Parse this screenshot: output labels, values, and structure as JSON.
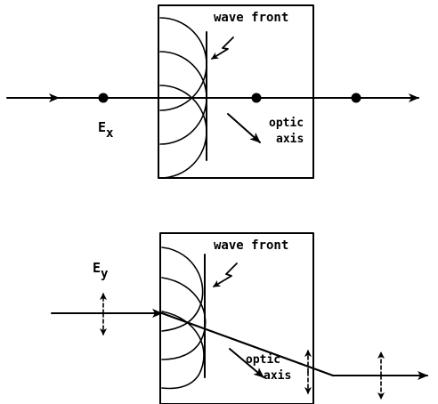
{
  "figure_top": {
    "wave_front_label": "wave front",
    "field_label": "E",
    "field_subscript": "x",
    "optic_axis_line1": "optic",
    "optic_axis_line2": "axis"
  },
  "figure_bottom": {
    "wave_front_label": "wave front",
    "field_label": "E",
    "field_subscript": "y",
    "optic_axis_line1": "optic",
    "optic_axis_line2": "axis"
  },
  "colors": {
    "ink": "#000000",
    "paper": "#ffffff"
  }
}
